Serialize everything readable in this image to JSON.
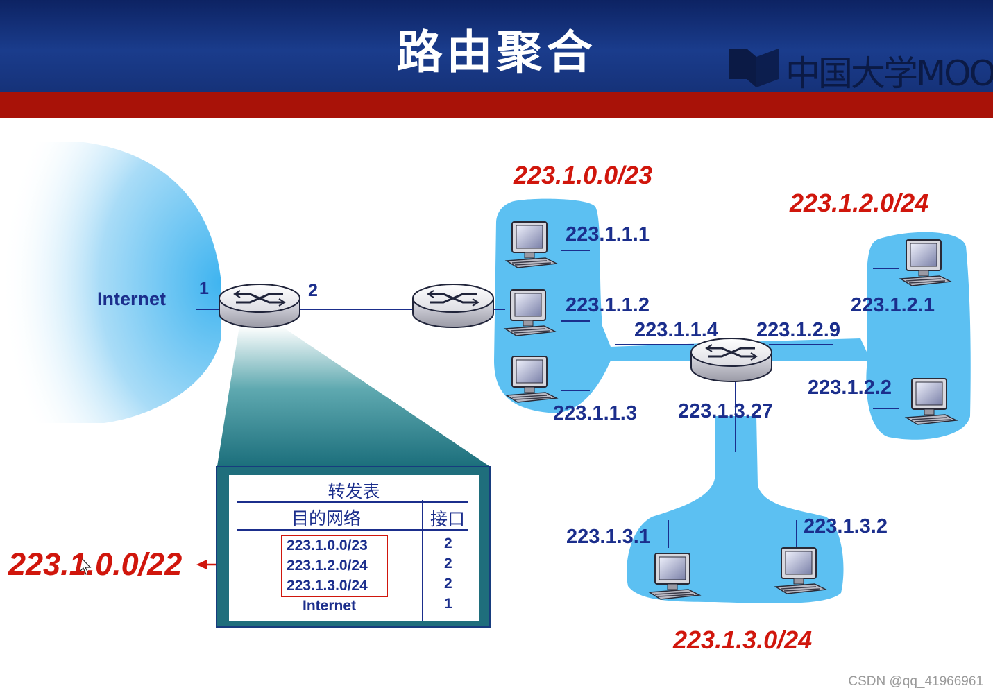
{
  "slide": {
    "title": "路由聚合",
    "logo_text": "中国大学MOOC",
    "watermark": "CSDN @qq_41966961"
  },
  "diagram": {
    "internet_label": "Internet",
    "port_labels": {
      "port1": "1",
      "port2": "2"
    },
    "networks": {
      "net_a": "223.1.0.0/23",
      "net_b": "223.1.2.0/24",
      "net_c": "223.1.3.0/24"
    },
    "hosts": {
      "h111": "223.1.1.1",
      "h112": "223.1.1.2",
      "h113": "223.1.1.3",
      "h114": "223.1.1.4",
      "h129": "223.1.2.9",
      "h121": "223.1.2.1",
      "h122": "223.1.2.2",
      "h1327": "223.1.3.27",
      "h131": "223.1.3.1",
      "h132": "223.1.3.2"
    },
    "aggregate_label": "223.1.0.0/22"
  },
  "forwarding_table": {
    "title": "转发表",
    "col_dest": "目的网络",
    "col_iface": "接口",
    "rows": [
      {
        "dest": "223.1.0.0/23",
        "iface": "2"
      },
      {
        "dest": "223.1.2.0/24",
        "iface": "2"
      },
      {
        "dest": "223.1.3.0/24",
        "iface": "2"
      },
      {
        "dest": "Internet",
        "iface": "1"
      }
    ]
  },
  "colors": {
    "header_blue": "#1a3c8c",
    "header_red": "#a81208",
    "subnet_blue": "#5cc0f2",
    "label_blue": "#1b2e8c",
    "network_red": "#d0160c",
    "table_teal": "#1f6e7c"
  }
}
